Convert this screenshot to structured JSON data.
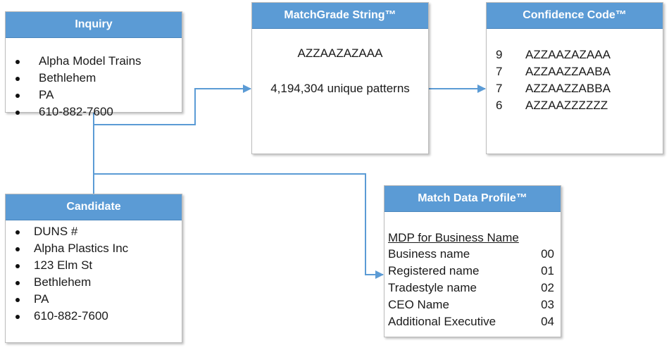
{
  "colors": {
    "header": "#5b9bd5",
    "connector": "#5b9bd5"
  },
  "inquiry": {
    "title": "Inquiry",
    "items": [
      "Alpha Model Trains",
      "Bethlehem",
      "PA",
      "610-882-7600"
    ]
  },
  "candidate": {
    "title": "Candidate",
    "items": [
      "DUNS #",
      "Alpha Plastics Inc",
      "123 Elm St",
      "Bethlehem",
      "PA",
      "610-882-7600"
    ]
  },
  "matchgrade": {
    "title": "MatchGrade String™",
    "string": "AZZAAZAZAAA",
    "patterns": "4,194,304 unique patterns"
  },
  "confidence": {
    "title": "Confidence Code™",
    "rows": [
      {
        "score": "9",
        "string": "AZZAAZAZAAA"
      },
      {
        "score": "7",
        "string": "AZZAAZZAABA"
      },
      {
        "score": "7",
        "string": "AZZAAZZABBA"
      },
      {
        "score": "6",
        "string": "AZZAAZZZZZZ"
      }
    ]
  },
  "mdp": {
    "title": "Match Data Profile™",
    "heading": "MDP for Business Name",
    "rows": [
      {
        "name": "Business name",
        "code": "00"
      },
      {
        "name": "Registered name",
        "code": "01"
      },
      {
        "name": "Tradestyle name",
        "code": "02"
      },
      {
        "name": "CEO Name",
        "code": "03"
      },
      {
        "name": "Additional Executive",
        "code": "04"
      }
    ]
  }
}
